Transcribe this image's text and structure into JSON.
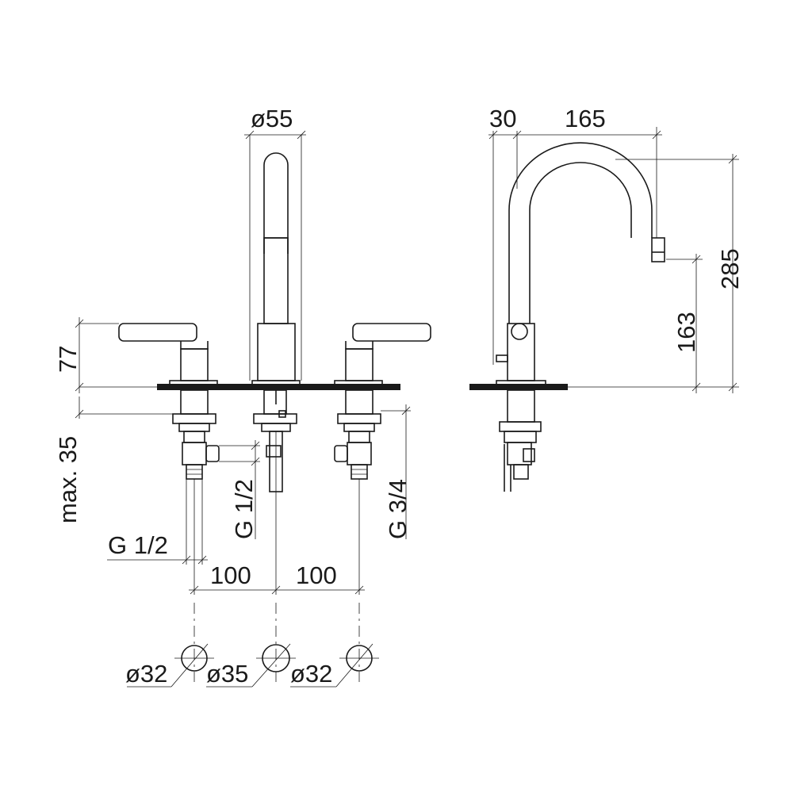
{
  "drawing": {
    "front_view": {
      "spout_diameter": "ø55",
      "handle_height": "77",
      "max_depth": "max. 35",
      "outlet_thread_left": "G 1/2",
      "supply_thread_center": "G 1/2",
      "supply_thread_right": "G 3/4",
      "spacing_left": "100",
      "spacing_right": "100"
    },
    "side_view": {
      "offset": "30",
      "spout_reach": "165",
      "total_height": "285",
      "spout_clearance": "163"
    },
    "hole_layout": {
      "left_hole": "ø32",
      "center_hole": "ø35",
      "right_hole": "ø32"
    }
  }
}
